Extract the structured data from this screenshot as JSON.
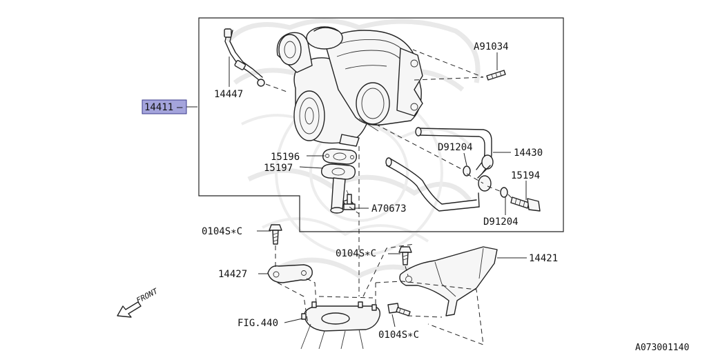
{
  "diagram": {
    "highlighted_part": "14411",
    "callouts": {
      "c14447": "14447",
      "c14411": "14411",
      "cA91034": "A91034",
      "c15196": "15196",
      "c15197": "15197",
      "cD91204a": "D91204",
      "c14430": "14430",
      "c15194": "15194",
      "cA70673": "A70673",
      "cD91204b": "D91204",
      "c0104SC1": "0104S∗C",
      "c0104SC2": "0104S∗C",
      "c14421": "14421",
      "c14427": "14427",
      "cFIG440": "FIG.440",
      "c0104SC3": "0104S∗C"
    },
    "front_label": "FRONT",
    "figure_id": "A073001140",
    "colors": {
      "highlight_fill": "#a4a4dc",
      "highlight_stroke": "#3a3a8a",
      "line": "#222222"
    }
  }
}
